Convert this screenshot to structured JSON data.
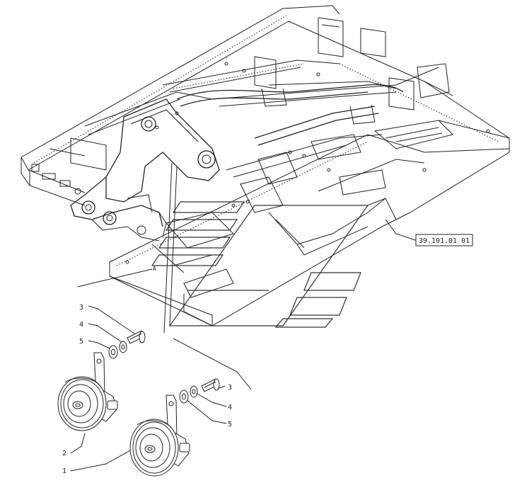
{
  "callouts": {
    "ref_box": "39.101.01 01",
    "left_3": "3",
    "left_4": "4",
    "left_5": "5",
    "right_3": "3",
    "right_4": "4",
    "right_5": "5",
    "label_1": "1",
    "label_2": "2",
    "mark_a": "A"
  }
}
